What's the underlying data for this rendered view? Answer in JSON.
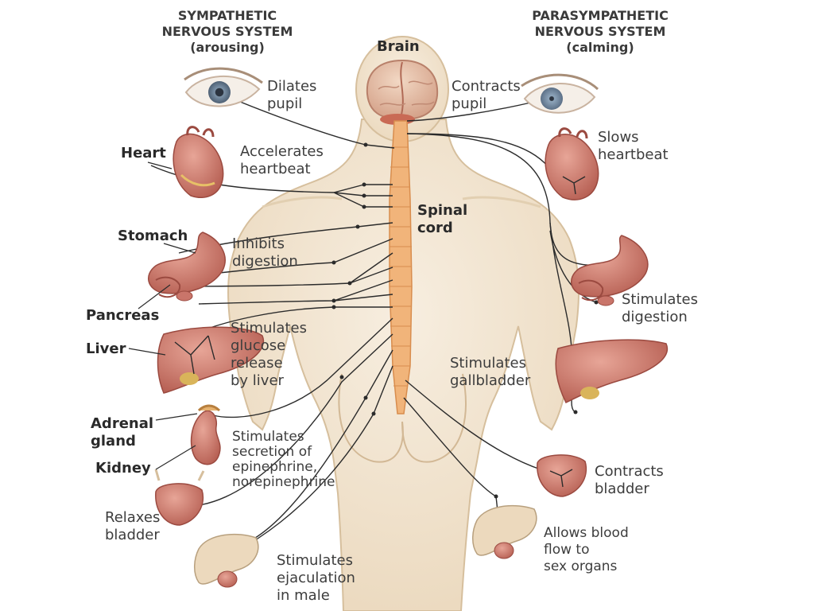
{
  "headings": {
    "sympathetic": "SYMPATHETIC\nNERVOUS SYSTEM\n(arousing)",
    "parasympathetic": "PARASYMPATHETIC\nNERVOUS SYSTEM\n(calming)"
  },
  "structures": {
    "brain": "Brain",
    "spinal_cord": "Spinal\ncord"
  },
  "organs_left": {
    "heart": "Heart",
    "stomach": "Stomach",
    "pancreas": "Pancreas",
    "liver": "Liver",
    "adrenal": "Adrenal\ngland",
    "kidney": "Kidney"
  },
  "sympathetic_effects": {
    "pupil": "Dilates\npupil",
    "heart": "Accelerates\nheartbeat",
    "digestion": "Inhibits\ndigestion",
    "glucose": "Stimulates\nglucose\nrelease\nby liver",
    "epinephrine": "Stimulates\nsecretion of\nepinephrine,\nnorepinephrine",
    "bladder": "Relaxes\nbladder",
    "ejaculation": "Stimulates\nejaculation\nin male"
  },
  "parasympathetic_effects": {
    "pupil": "Contracts\npupil",
    "heart": "Slows\nheartbeat",
    "digestion": "Stimulates\ndigestion",
    "gallbladder": "Stimulates\ngallbladder",
    "bladder": "Contracts\nbladder",
    "sex": "Allows blood\nflow to\nsex organs"
  },
  "colors": {
    "body_fill": "#f3e6d2",
    "body_outline": "#d9c3a2",
    "spine": "#f0b57a",
    "organ": "#c9756a",
    "organ_dark": "#a4524a",
    "nerve": "#2b2b2b"
  },
  "icons": [
    "eye-icon",
    "brain-icon",
    "heart-icon",
    "stomach-icon",
    "liver-icon",
    "kidney-icon",
    "bladder-icon",
    "male-organ-icon"
  ]
}
